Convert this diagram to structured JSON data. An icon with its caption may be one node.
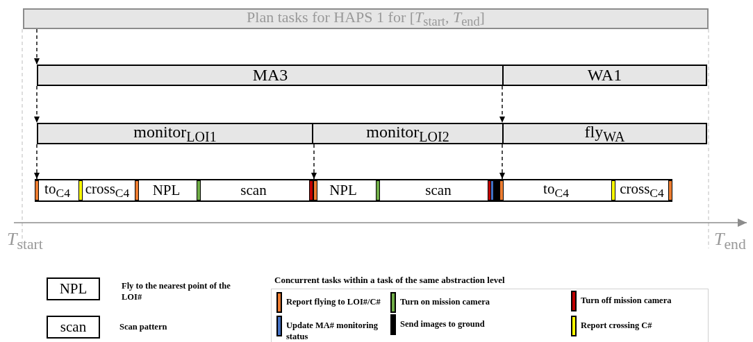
{
  "diagram": {
    "nodes": [
      {
        "text": [
          "Plan tasks for HAPS 1 for [*T*$_{start}$, *T*$_{end}$]"
        ]
      },
      {
        "text": [
          "MA3"
        ]
      },
      {
        "text": [
          "WA1"
        ]
      },
      {
        "text": [
          "monitor$_{LOI1}$"
        ]
      },
      {
        "text": [
          "monitor$_{LOI2}$"
        ]
      },
      {
        "text": [
          "fly$_{WA}$"
        ]
      },
      {
        "text": [
          "to$_{C4}$"
        ]
      },
      {
        "text": [
          "cross$_{C4}$"
        ]
      },
      {
        "text": [
          "NPL"
        ]
      },
      {
        "text": [
          "scan"
        ]
      },
      {
        "text": [
          "NPL"
        ]
      },
      {
        "text": [
          "scan"
        ]
      },
      {
        "text": [
          "to$_{C4}$"
        ]
      },
      {
        "text": [
          "cross$_{C4}$"
        ]
      },
      {
        "text": [
          "NPL"
        ],
        "beside": [
          "Fly to the nearest point of the LOI#"
        ]
      },
      {
        "text": [
          "scan"
        ],
        "beside": [
          "Scan pattern"
        ]
      }
    ],
    "edges": [
      {
        "from": 0,
        "to": 1,
        "arrow": "to",
        "style": "dashed"
      },
      {
        "from": 1,
        "to": 3,
        "arrow": "to",
        "style": "dashed"
      },
      {
        "from": 3,
        "to": 6,
        "arrow": "to",
        "style": "dashed"
      },
      {
        "from": 4,
        "to": 10,
        "arrow": "to",
        "style": "dashed"
      },
      {
        "from": 2,
        "to": 5,
        "arrow": "to",
        "style": "dashed"
      },
      {
        "from": 5,
        "to": 12,
        "arrow": "to",
        "style": "dashed"
      }
    ],
    "labels": [
      "*T*$_{start}$",
      "*T*$_{end}$",
      "Concurrent tasks within a task of the same abstraction level"
    ],
    "legend": [
      {
        "text": "Report flying to LOI#/C#",
        "color": "#ed7d31"
      },
      {
        "text": "Turn on mission camera",
        "color": "#70ad47"
      },
      {
        "text": "Turn off mission camera",
        "color": "#c00000"
      },
      {
        "text": "Update MA# monitoring status",
        "color": "#4472c4"
      },
      {
        "text": "Send images to ground",
        "color": "#000000"
      },
      {
        "text": "Report crossing C#",
        "color": "#ffff00"
      }
    ]
  }
}
